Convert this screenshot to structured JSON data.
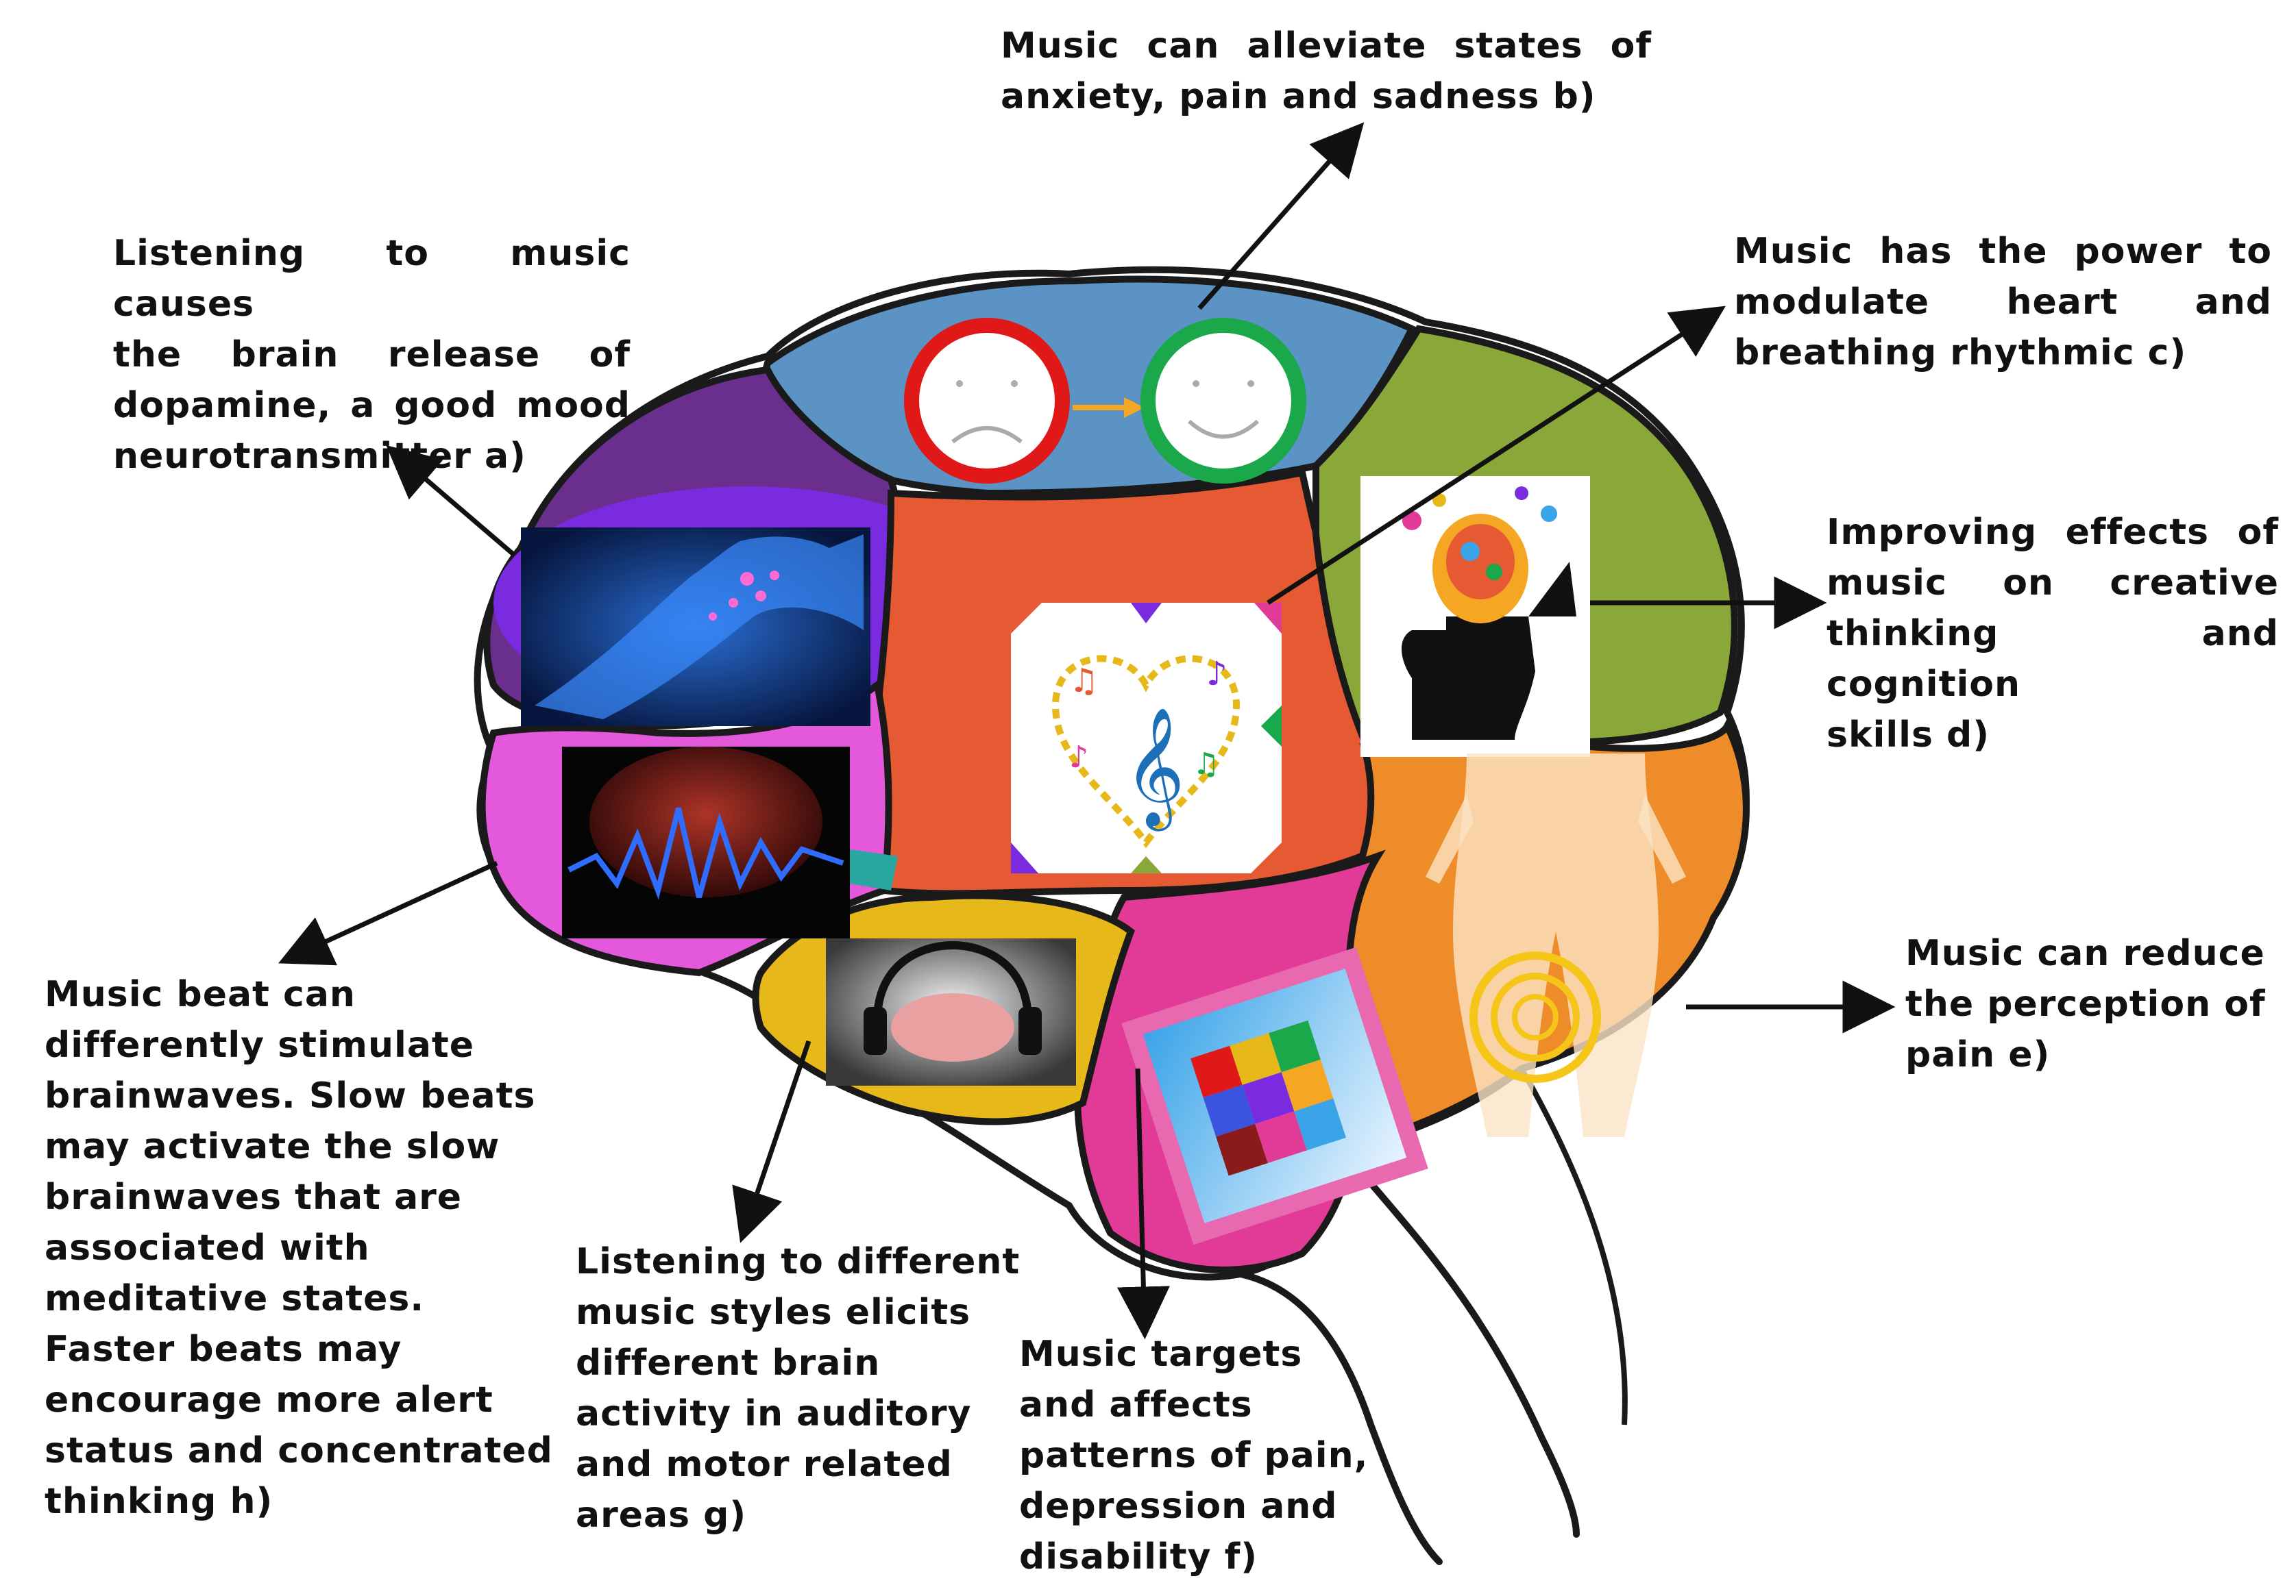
{
  "labels": {
    "a": [
      "Listening to music causes",
      "the brain release of",
      "dopamine, a good mood",
      "neurotransmitter a)"
    ],
    "b": [
      "Music can alleviate states of",
      "anxiety, pain and sadness b)"
    ],
    "c": [
      "Music has the power to",
      "modulate heart and",
      "breathing rhythmic c)"
    ],
    "d": [
      "Improving effects of",
      "music on creative",
      "thinking and cognition",
      "skills d)"
    ],
    "e": [
      "Music can reduce",
      "the perception of",
      "pain e)"
    ],
    "f": [
      "Music targets",
      "and affects",
      "patterns of pain,",
      "depression and",
      "disability f)"
    ],
    "g": [
      "Listening to different",
      "music styles elicits",
      "different brain",
      "activity in auditory",
      "and motor related",
      "areas g)"
    ],
    "h": [
      "Music beat can",
      "differently stimulate",
      "brainwaves. Slow beats",
      "may activate the slow",
      "brainwaves that are",
      "associated with",
      "meditative states.",
      "Faster beats may",
      "encourage more alert",
      "status and concentrated",
      "thinking h)"
    ]
  },
  "colors": {
    "outline": "#1a1a1a",
    "frontal_top": "#5b93c4",
    "frontal_left": "#6a2f8c",
    "purple_oval": "#7a2be0",
    "center": "#e55a33",
    "right_top": "#8aa83a",
    "right_bottom": "#ee8c2a",
    "magenta_lobe": "#e23a97",
    "pink_left": "#e458dc",
    "yellow_lobe": "#e6b81a",
    "sad_ring": "#e01818",
    "happy_ring": "#1aa84a",
    "arrow_mid": "#f5a623"
  },
  "icons": [
    "synapse-image",
    "brainwave-image",
    "music-heart-image",
    "creative-head-image",
    "headphones-brain-image",
    "puzzle-image",
    "body-pain-image",
    "sad-face-icon",
    "happy-face-icon"
  ]
}
